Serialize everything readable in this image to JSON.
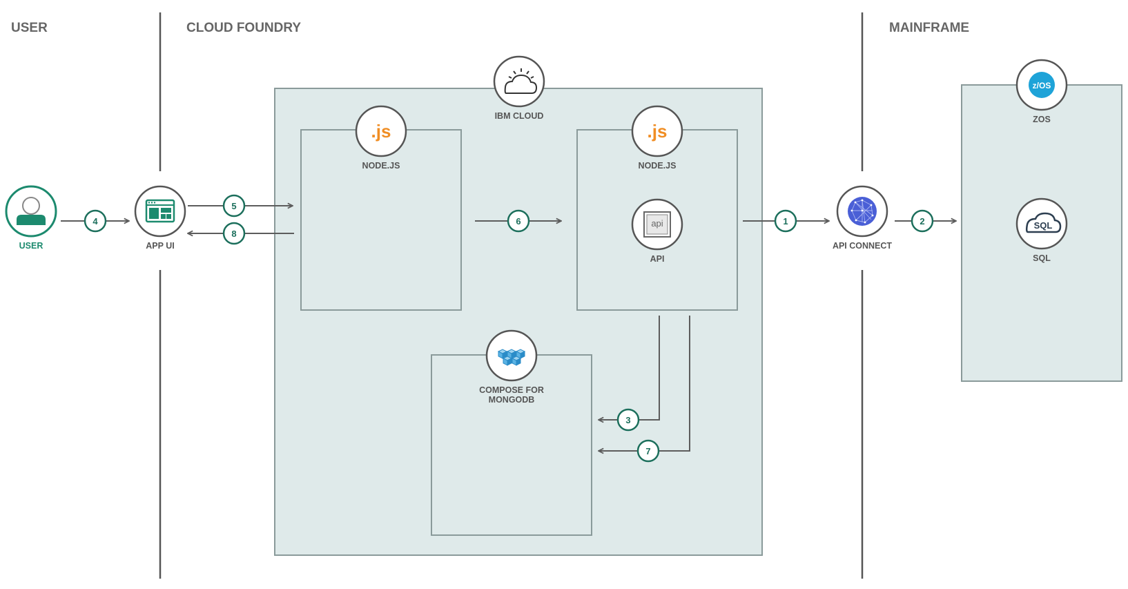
{
  "sections": {
    "user": "USER",
    "cloud_foundry": "CLOUD FOUNDRY",
    "mainframe": "MAINFRAME"
  },
  "nodes": {
    "user": "USER",
    "app_ui": "APP UI",
    "ibm_cloud": "IBM CLOUD",
    "nodejs_left": "NODE.JS",
    "nodejs_right": "NODE.JS",
    "api": "API",
    "compose_line1": "COMPOSE FOR",
    "compose_line2": "MONGODB",
    "api_connect": "API CONNECT",
    "zos": "ZOS",
    "sql": "SQL"
  },
  "icon_text": {
    "js_left": ".js",
    "js_right": ".js",
    "api": "api",
    "zos": "z/OS",
    "sql": "SQL"
  },
  "steps": [
    "1",
    "2",
    "3",
    "4",
    "5",
    "6",
    "7",
    "8"
  ],
  "colors": {
    "region_fill": "#dfeaea",
    "region_stroke": "#8a9a9a",
    "arrow": "#5c5c5c",
    "step": "#1c6f5c",
    "user_accent": "#1c8a6e",
    "nodejs": "#f08e25",
    "api_connect": "#4a5fd6",
    "zos": "#1ea3d8",
    "sql": "#2c3e50"
  }
}
